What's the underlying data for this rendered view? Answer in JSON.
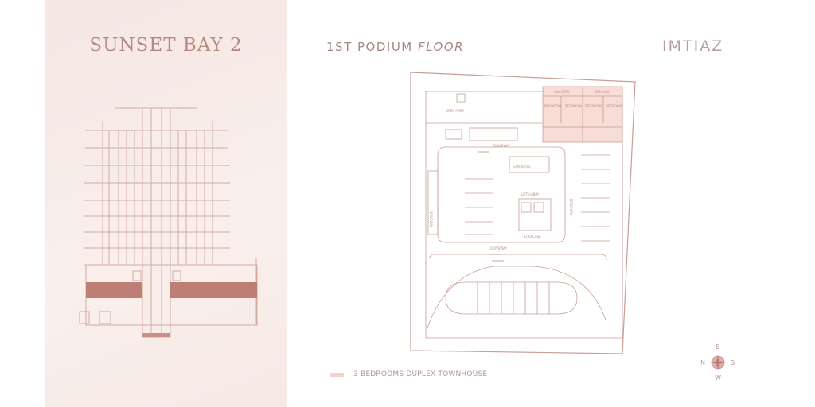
{
  "project": {
    "title": "SUNSET BAY 2"
  },
  "floor": {
    "title_regular": "1ST PODIUM",
    "title_italic": "FLOOR"
  },
  "brand": {
    "logo_text": "IMTIAZ"
  },
  "legend": {
    "items": [
      {
        "label": "3 BEDROOMS DUPLEX TOWNHOUSE",
        "color": "#f3d3cd"
      }
    ]
  },
  "compass": {
    "north": "N",
    "east": "E",
    "south": "S",
    "west": "W"
  },
  "plan_labels": {
    "driveway_top": "DRIVEWAY",
    "driveway_left": "DRIVEWAY",
    "driveway_right": "DRIVEWAY",
    "driveway_bottom": "DRIVEWAY",
    "lift_lobby": "LIFT LOBBY",
    "staircase_1": "STAIRCASE",
    "staircase_2": "STAIRCASE",
    "balcony_1": "BALCONY",
    "balcony_2": "BALCONY",
    "bedroom_1": "BEDROOM",
    "bedroom_2": "BEDROOM",
    "bedroom_3": "BEDROOM",
    "bedroom_4": "BEDROOM",
    "open_area": "OPEN AREA"
  },
  "colors": {
    "accent": "#b97a70",
    "line": "#c9a49e",
    "panel": "#f6e7e2"
  }
}
